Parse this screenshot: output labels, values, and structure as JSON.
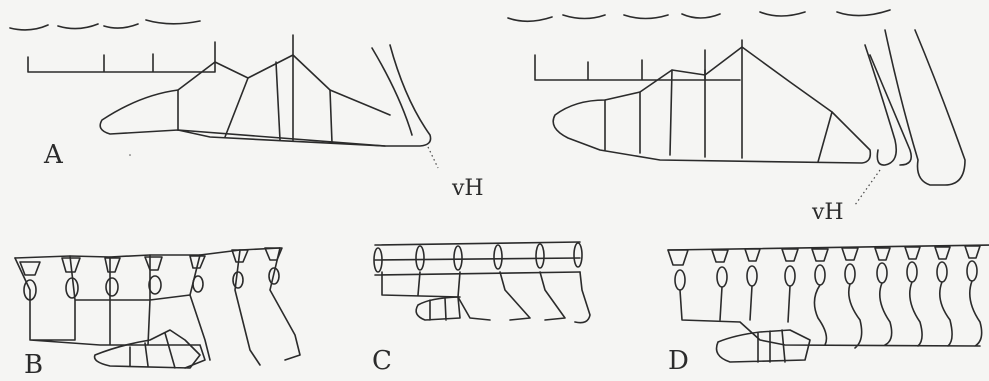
{
  "labels": {
    "panel_a": "A",
    "panel_b": "B",
    "panel_c": "C",
    "panel_d": "D",
    "vh_left": "vH",
    "vh_right": "vH"
  }
}
